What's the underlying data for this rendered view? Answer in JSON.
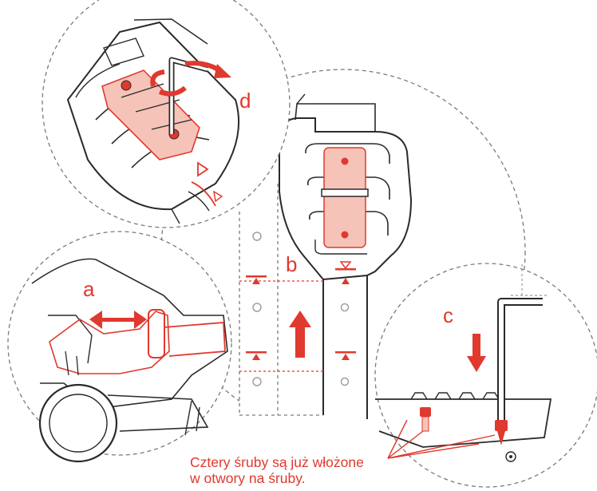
{
  "colors": {
    "accent": "#e0392e",
    "highlight_fill": "#f6c3b9",
    "line": "#2a2a2a",
    "dash": "#7a7a7a",
    "pale": "#cfcfcf"
  },
  "callouts": {
    "a": "a",
    "b": "b",
    "c": "c",
    "d": "d"
  },
  "caption": {
    "line1": "Cztery śruby są już włożone",
    "line2": "w otwory na śruby."
  },
  "icons": [
    "hex-key-icon",
    "rotate-arrow-icon",
    "double-arrow-icon",
    "up-arrow-icon",
    "down-arrow-icon",
    "height-mark-icon",
    "screw-icon"
  ]
}
